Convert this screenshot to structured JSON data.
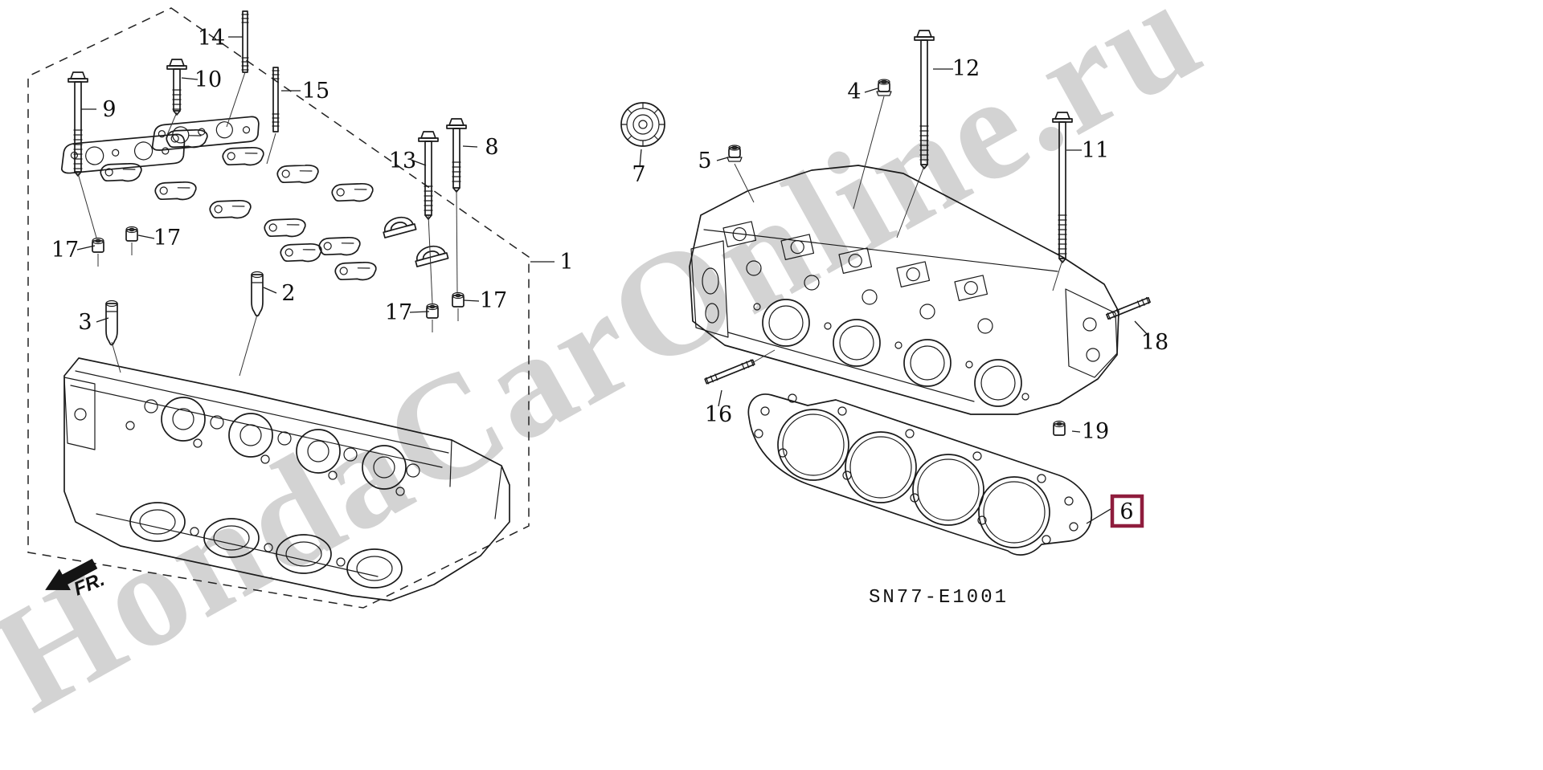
{
  "diagram": {
    "watermark": "HondaCarOnline.ru",
    "watermark_color": "#c9c9c9",
    "code": "SN77-E1001",
    "front_label": "FR.",
    "highlight_color": "#8f1d3d",
    "callouts": {
      "part1": "1",
      "part2": "2",
      "part3": "3",
      "part4": "4",
      "part5": "5",
      "part6": "6",
      "part7": "7",
      "part8": "8",
      "part9": "9",
      "part10": "10",
      "part11": "11",
      "part12": "12",
      "part13": "13",
      "part14": "14",
      "part15": "15",
      "part16": "16",
      "part17": "17",
      "part18": "18",
      "part19": "19"
    }
  }
}
